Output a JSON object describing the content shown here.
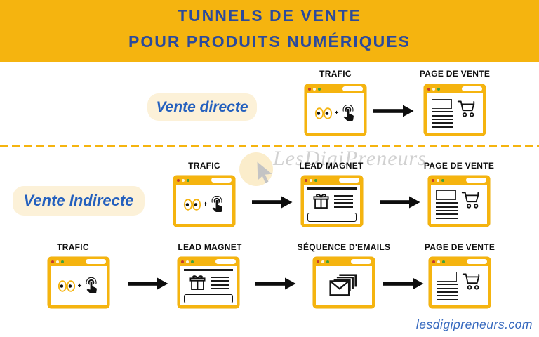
{
  "header": {
    "line1": "TUNNELS DE VENTE",
    "line2": "POUR PRODUITS NUMÉRIQUES"
  },
  "funnels": {
    "direct": {
      "label": "Vente directe",
      "steps": [
        "TRAFIC",
        "PAGE DE VENTE"
      ]
    },
    "indirect": {
      "label": "Vente Indirecte",
      "steps": [
        "TRAFIC",
        "LEAD MAGNET",
        "PAGE DE VENTE"
      ]
    },
    "indirect_long": {
      "steps": [
        "TRAFIC",
        "LEAD MAGNET",
        "SÉQUENCE D'EMAILS",
        "PAGE DE VENTE"
      ]
    }
  },
  "steps": {
    "trafic": "TRAFIC",
    "lead_magnet": "LEAD MAGNET",
    "sequence_emails": "SÉQUENCE D'EMAILS",
    "page_de_vente": "PAGE DE VENTE",
    "plus": "+"
  },
  "watermark": {
    "text": "LesDigiPreneurs"
  },
  "footer": {
    "website": "lesdigipreneurs.com"
  },
  "colors": {
    "brand_yellow": "#F5B40F",
    "title_blue": "#2B4A9C",
    "label_blue": "#2460BE",
    "pill_cream": "#FCF1D8",
    "footer_blue": "#3568BE"
  }
}
